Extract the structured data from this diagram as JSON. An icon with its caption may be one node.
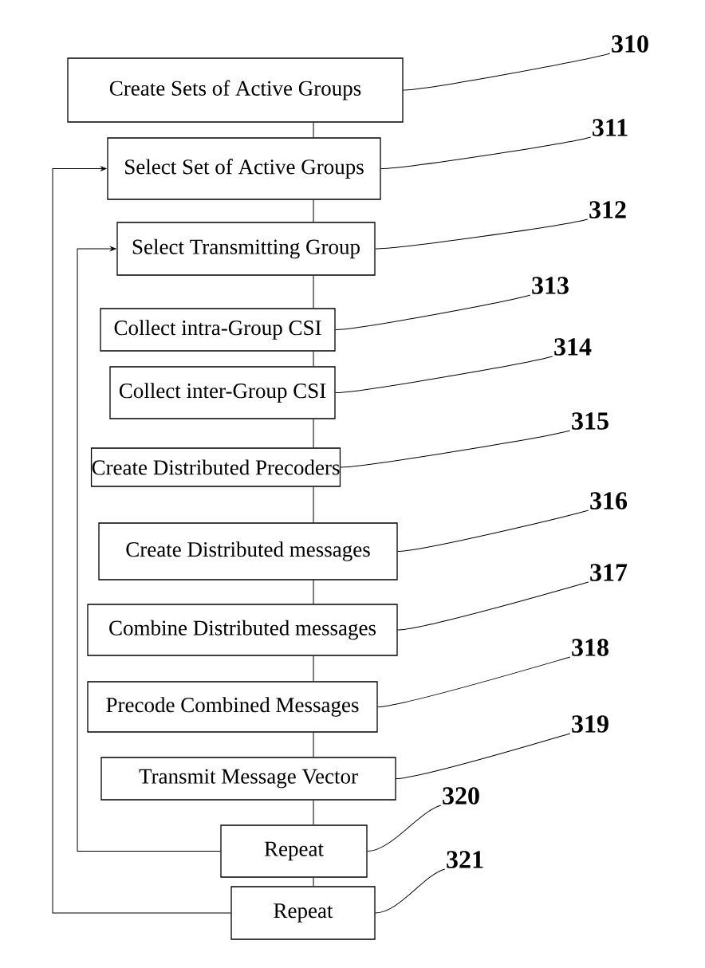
{
  "diagram": {
    "nodes": [
      {
        "text": [
          "Create Sets of Active Groups"
        ]
      },
      {
        "text": [
          "Select Set of Active Groups"
        ]
      },
      {
        "text": [
          "Select Transmitting Group"
        ]
      },
      {
        "text": [
          "Collect intra-Group CSI"
        ]
      },
      {
        "text": [
          "Collect inter-Group CSI"
        ]
      },
      {
        "text": [
          "Create Distributed Precoders"
        ]
      },
      {
        "text": [
          "Create Distributed messages"
        ]
      },
      {
        "text": [
          "Combine Distributed messages"
        ]
      },
      {
        "text": [
          "Precode Combined Messages"
        ]
      },
      {
        "text": [
          "Transmit Message Vector"
        ]
      },
      {
        "text": [
          "Repeat"
        ]
      },
      {
        "text": [
          "Repeat"
        ]
      },
      {
        "text": [
          "310"
        ]
      },
      {
        "text": [
          "311"
        ]
      },
      {
        "text": [
          "312"
        ]
      },
      {
        "text": [
          "313"
        ]
      },
      {
        "text": [
          "314"
        ]
      },
      {
        "text": [
          "315"
        ]
      },
      {
        "text": [
          "316"
        ]
      },
      {
        "text": [
          "317"
        ]
      },
      {
        "text": [
          "318"
        ]
      },
      {
        "text": [
          "319"
        ]
      },
      {
        "text": [
          "320"
        ]
      },
      {
        "text": [
          "321"
        ]
      }
    ],
    "edges": [
      {
        "from": 0,
        "to": 1,
        "arrow": "none"
      },
      {
        "from": 1,
        "to": 2,
        "arrow": "none"
      },
      {
        "from": 2,
        "to": 3,
        "arrow": "none"
      },
      {
        "from": 3,
        "to": 4,
        "arrow": "none"
      },
      {
        "from": 4,
        "to": 5,
        "arrow": "none"
      },
      {
        "from": 5,
        "to": 6,
        "arrow": "none"
      },
      {
        "from": 6,
        "to": 7,
        "arrow": "none"
      },
      {
        "from": 7,
        "to": 8,
        "arrow": "none"
      },
      {
        "from": 8,
        "to": 9,
        "arrow": "none"
      },
      {
        "from": 9,
        "to": 10,
        "arrow": "none"
      },
      {
        "from": 10,
        "to": 11,
        "arrow": "none"
      },
      {
        "from": 10,
        "to": 2,
        "arrow": "to"
      },
      {
        "from": 11,
        "to": 1,
        "arrow": "to"
      },
      {
        "from": 12,
        "to": 0,
        "arrow": "none"
      },
      {
        "from": 13,
        "to": 1,
        "arrow": "none"
      },
      {
        "from": 14,
        "to": 2,
        "arrow": "none"
      },
      {
        "from": 15,
        "to": 3,
        "arrow": "none"
      },
      {
        "from": 16,
        "to": 4,
        "arrow": "none"
      },
      {
        "from": 17,
        "to": 5,
        "arrow": "none"
      },
      {
        "from": 18,
        "to": 6,
        "arrow": "none"
      },
      {
        "from": 19,
        "to": 7,
        "arrow": "none"
      },
      {
        "from": 20,
        "to": 8,
        "arrow": "none"
      },
      {
        "from": 21,
        "to": 9,
        "arrow": "none"
      },
      {
        "from": 22,
        "to": 10,
        "arrow": "none"
      },
      {
        "from": 23,
        "to": 11,
        "arrow": "none"
      }
    ]
  }
}
